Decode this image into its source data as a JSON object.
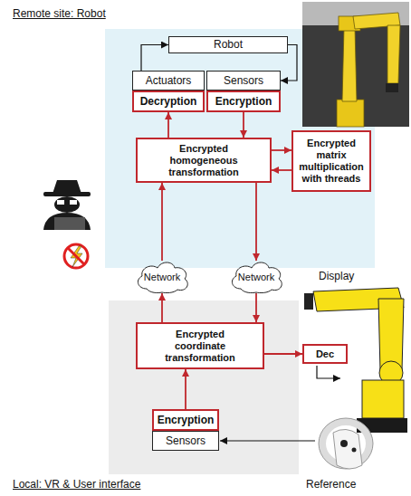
{
  "diagram": {
    "nodes": [
      {
        "text": [
          "Remote site: Robot"
        ]
      },
      {
        "text": [
          "Robot"
        ],
        "in": 0
      },
      {
        "text": [
          "Actuators"
        ],
        "in": 0
      },
      {
        "text": [
          "Sensors"
        ],
        "in": 0
      },
      {
        "text": [
          "Decryption"
        ],
        "in": 0
      },
      {
        "text": [
          "Encryption"
        ],
        "in": 0
      },
      {
        "text": [
          "Encrypted homogeneous transformation"
        ],
        "in": 0
      },
      {
        "text": [
          "Encrypted matrix multiplication with threads"
        ],
        "in": 0
      },
      {
        "text": [
          "Network"
        ]
      },
      {
        "text": [
          "Network"
        ]
      },
      {
        "text": [
          "Local: VR & User interface"
        ]
      },
      {
        "text": [
          "Encrypted coordinate transformation"
        ],
        "in": 10
      },
      {
        "text": [
          "Dec"
        ]
      },
      {
        "text": [
          "Encryption"
        ],
        "in": 10
      },
      {
        "text": [
          "Sensors"
        ],
        "in": 10
      }
    ],
    "edges": [
      {
        "from": 2,
        "to": 1,
        "arrow": "to"
      },
      {
        "from": 1,
        "to": 3,
        "arrow": "to"
      },
      {
        "from": 5,
        "to": 6,
        "arrow": "to"
      },
      {
        "from": 6,
        "to": 4,
        "arrow": "to"
      },
      {
        "from": 6,
        "to": 7,
        "arrow": "to"
      },
      {
        "from": 7,
        "to": 6,
        "arrow": "to"
      },
      {
        "from": 11,
        "to": 8,
        "arrow": "to"
      },
      {
        "from": 8,
        "to": 6,
        "arrow": "to"
      },
      {
        "from": 6,
        "to": 9,
        "arrow": "to"
      },
      {
        "from": 9,
        "to": 11,
        "arrow": "to"
      },
      {
        "from": 13,
        "to": 11,
        "arrow": "to"
      },
      {
        "from": 11,
        "to": 12,
        "arrow": "to"
      }
    ],
    "labels": [
      "Display",
      "Reference"
    ]
  }
}
